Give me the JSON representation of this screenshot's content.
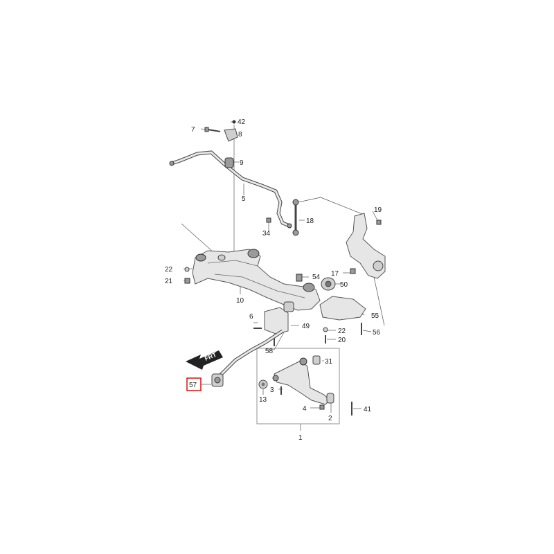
{
  "diagram": {
    "badge": "FRT",
    "callouts": {
      "c1": "1",
      "c2": "2",
      "c3": "3",
      "c4": "4",
      "c5": "5",
      "c6": "6",
      "c7": "7",
      "c8": "8",
      "c9": "9",
      "c10": "10",
      "c13": "13",
      "c17": "17",
      "c18": "18",
      "c19": "19",
      "c20": "20",
      "c21": "21",
      "c22a": "22",
      "c22b": "22",
      "c31": "31",
      "c34": "34",
      "c41": "41",
      "c42": "42",
      "c49": "49",
      "c50": "50",
      "c54": "54",
      "c55": "55",
      "c56": "56",
      "c57": "57",
      "c58": "58"
    },
    "highlighted_callout": "57",
    "highlight_color": "#d00000"
  }
}
